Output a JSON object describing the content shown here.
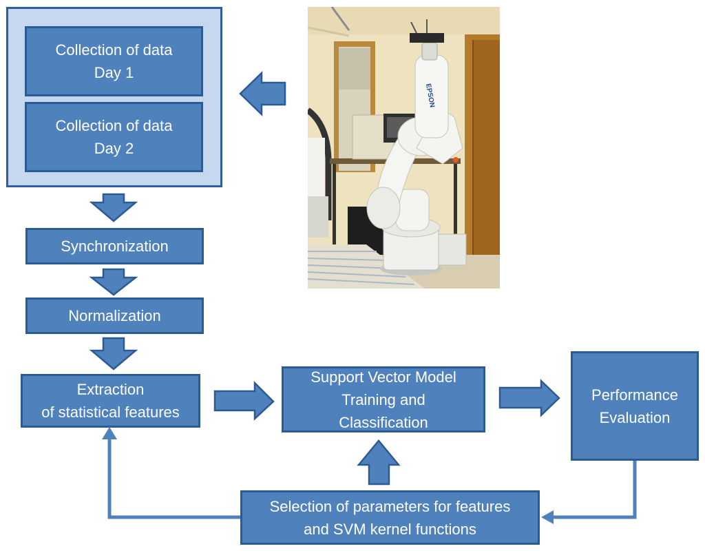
{
  "colors": {
    "box_fill": "#4f81bd",
    "box_border": "#2c5a93",
    "group_fill": "#c6d8ef",
    "arrow_fill": "#4f81bd",
    "connector": "#4f81bd",
    "text": "#ffffff"
  },
  "nodes": {
    "day1": "Collection of data\nDay 1",
    "day2": "Collection of data\nDay 2",
    "sync": "Synchronization",
    "norm": "Normalization",
    "extract": "Extraction\nof statistical features",
    "svm": "Support Vector Model\nTraining and\nClassification",
    "perf": "Performance\nEvaluation",
    "select": "Selection of parameters for features\nand SVM kernel functions"
  },
  "photo": {
    "subject": "robot-arm-photo",
    "brand_text": "EPSON"
  }
}
